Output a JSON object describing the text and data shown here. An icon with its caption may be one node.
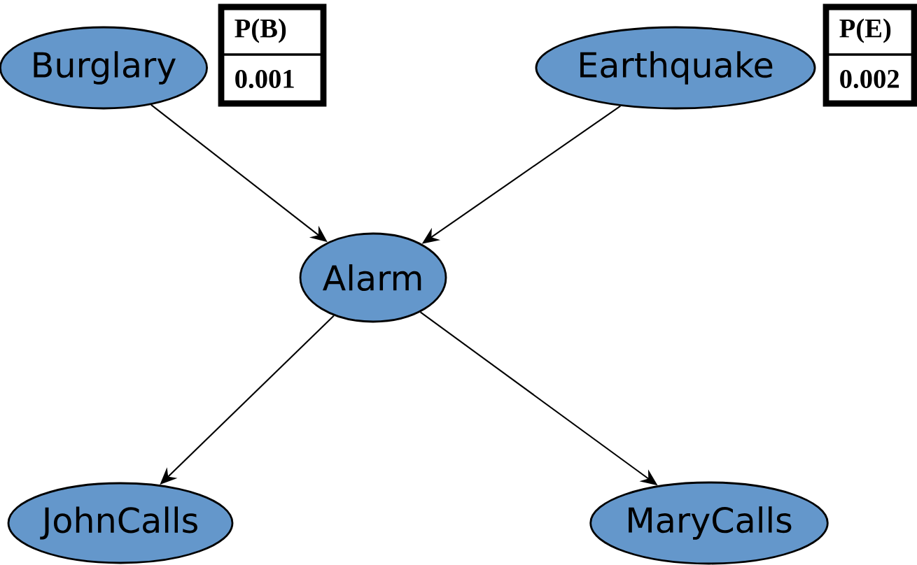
{
  "diagram": {
    "nodes": [
      {
        "text": [
          "Burglary"
        ]
      },
      {
        "text": [
          "P(B)",
          "0.001"
        ]
      },
      {
        "text": [
          "Earthquake"
        ]
      },
      {
        "text": [
          "P(E)",
          "0.002"
        ]
      },
      {
        "text": [
          "Alarm"
        ]
      },
      {
        "text": [
          "JohnCalls"
        ]
      },
      {
        "text": [
          "MaryCalls"
        ]
      }
    ],
    "edges": [
      {
        "from": 0,
        "to": 4,
        "arrow": "to"
      },
      {
        "from": 2,
        "to": 4,
        "arrow": "to"
      },
      {
        "from": 4,
        "to": 5,
        "arrow": "to"
      },
      {
        "from": 4,
        "to": 6,
        "arrow": "to"
      }
    ]
  }
}
